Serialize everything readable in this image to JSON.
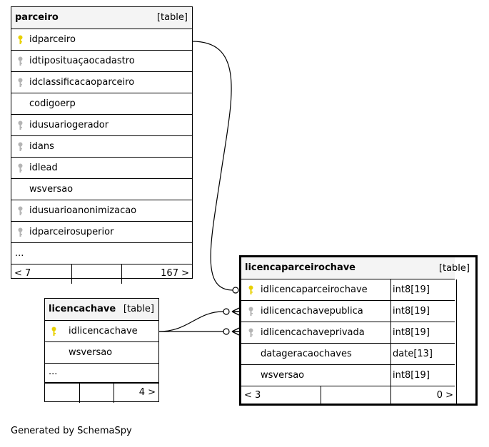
{
  "tables": {
    "parceiro": {
      "name": "parceiro",
      "kind": "[table]",
      "columns": [
        {
          "name": "idparceiro",
          "key": "primary"
        },
        {
          "name": "idtiposituaçaocadastro",
          "key": "foreign"
        },
        {
          "name": "idclassificacaoparceiro",
          "key": "foreign"
        },
        {
          "name": "codigoerp",
          "key": "none"
        },
        {
          "name": "idusuariogerador",
          "key": "foreign"
        },
        {
          "name": "idans",
          "key": "foreign"
        },
        {
          "name": "idlead",
          "key": "foreign"
        },
        {
          "name": "wsversao",
          "key": "none"
        },
        {
          "name": "idusuarioanonimizacao",
          "key": "foreign"
        },
        {
          "name": "idparceirosuperior",
          "key": "foreign"
        }
      ],
      "more": "...",
      "footer": {
        "parents": "< 7",
        "children": "167 >"
      }
    },
    "licencachave": {
      "name": "licencachave",
      "kind": "[table]",
      "columns": [
        {
          "name": "idlicencachave",
          "key": "primary"
        },
        {
          "name": "wsversao",
          "key": "none"
        }
      ],
      "more": "...",
      "footer": {
        "children": "4 >"
      }
    },
    "licencaparceirochave": {
      "name": "licencaparceirochave",
      "kind": "[table]",
      "columns": [
        {
          "name": "idlicencaparceirochave",
          "type": "int8[19]",
          "key": "primary"
        },
        {
          "name": "idlicencachavepublica",
          "type": "int8[19]",
          "key": "foreign"
        },
        {
          "name": "idlicencachaveprivada",
          "type": "int8[19]",
          "key": "foreign"
        },
        {
          "name": "datageracaochaves",
          "type": "date[13]",
          "key": "none"
        },
        {
          "name": "wsversao",
          "type": "int8[19]",
          "key": "none"
        }
      ],
      "footer": {
        "parents": "< 3",
        "children": "0 >"
      }
    }
  },
  "caption": "Generated by SchemaSpy",
  "colors": {
    "primary_key": "#e8d000",
    "foreign_key": "#b4b4b4",
    "header_bg": "#f4f4f4"
  }
}
